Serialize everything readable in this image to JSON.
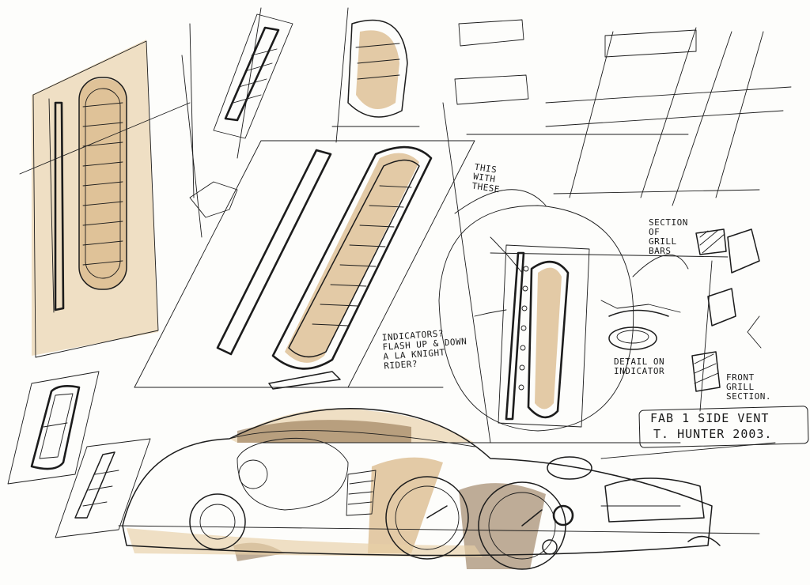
{
  "annotations": {
    "this_with_these": "THIS\nWITH\nTHESE",
    "section_grill_bars": "SECTION\nOF\nGRILL\nBARS",
    "indicators": "INDICATORS?\nFLASH UP & DOWN\nA LA KNIGHT\nRIDER?",
    "detail_indicator": "DETAIL ON\nINDICATOR",
    "front_grill_section": "FRONT\nGRILL\nSECTION.",
    "title_line1": "FAB 1 SIDE VENT",
    "title_line2": "T. HUNTER 2003."
  },
  "colors": {
    "paper": "#fdfdfb",
    "ink": "#1c1c1c",
    "marker_tan": "#d9b88a",
    "marker_brown": "#8a6a45"
  }
}
